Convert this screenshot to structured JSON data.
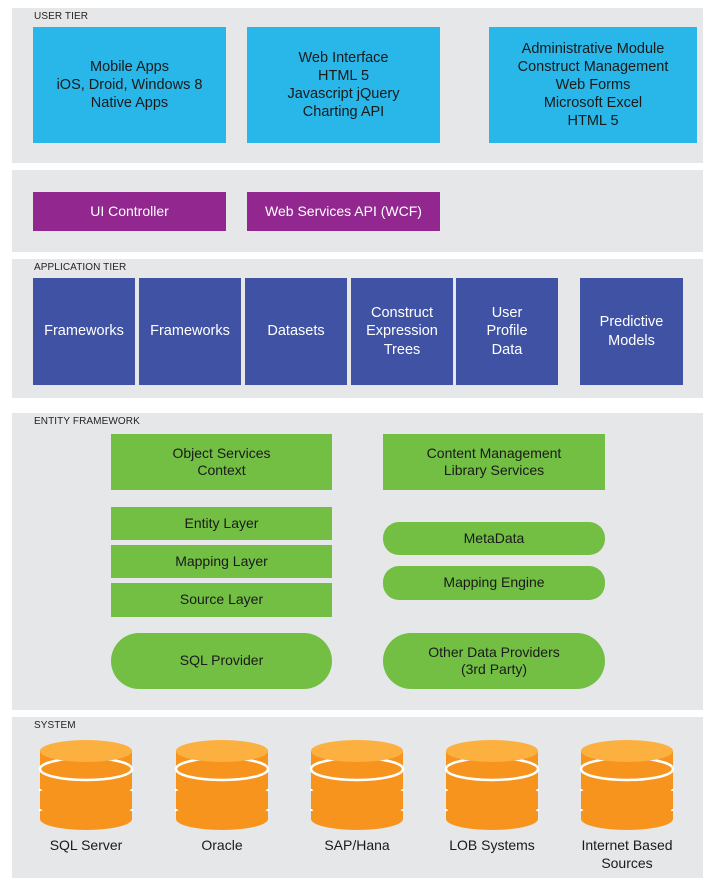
{
  "user_tier": {
    "label": "USER TIER",
    "boxes": [
      {
        "lines": [
          "Mobile Apps",
          "iOS, Droid, Windows 8",
          "Native Apps"
        ]
      },
      {
        "lines": [
          "Web Interface",
          "HTML 5",
          "Javascript jQuery",
          "Charting API"
        ]
      },
      {
        "lines": [
          "Administrative Module",
          "Construct Management",
          "Web Forms",
          "Microsoft Excel",
          "HTML 5"
        ]
      }
    ]
  },
  "services_tier": {
    "boxes": [
      {
        "lines": [
          "UI Controller"
        ]
      },
      {
        "lines": [
          "Web Services API (WCF)"
        ]
      }
    ]
  },
  "application_tier": {
    "label": "APPLICATION TIER",
    "boxes": [
      {
        "lines": [
          "Frameworks"
        ]
      },
      {
        "lines": [
          "Frameworks"
        ]
      },
      {
        "lines": [
          "Datasets"
        ]
      },
      {
        "lines": [
          "Construct",
          "Expression",
          "Trees"
        ]
      },
      {
        "lines": [
          "User",
          "Profile",
          "Data"
        ]
      },
      {
        "lines": [
          "Predictive",
          "Models"
        ]
      }
    ]
  },
  "entity_framework": {
    "label": "ENTITY FRAMEWORK",
    "object_services": {
      "lines": [
        "Object Services",
        "Context"
      ]
    },
    "content_management": {
      "lines": [
        "Content Management",
        "Library Services"
      ]
    },
    "entity_layer": "Entity Layer",
    "mapping_layer": "Mapping Layer",
    "source_layer": "Source Layer",
    "metadata": "MetaData",
    "mapping_engine": "Mapping Engine",
    "sql_provider": "SQL Provider",
    "other_providers": {
      "lines": [
        "Other Data Providers",
        "(3rd Party)"
      ]
    }
  },
  "system": {
    "label": "SYSTEM",
    "databases": [
      {
        "lines": [
          "SQL Server"
        ]
      },
      {
        "lines": [
          "Oracle"
        ]
      },
      {
        "lines": [
          "SAP/Hana"
        ]
      },
      {
        "lines": [
          "LOB Systems"
        ]
      },
      {
        "lines": [
          "Internet Based",
          "Sources"
        ]
      }
    ]
  },
  "colors": {
    "band": "#e6e7e8",
    "cyan": "#29b6e8",
    "purple": "#92278f",
    "blue": "#3f52a4",
    "green": "#72bf44",
    "database": "#f7941d"
  }
}
